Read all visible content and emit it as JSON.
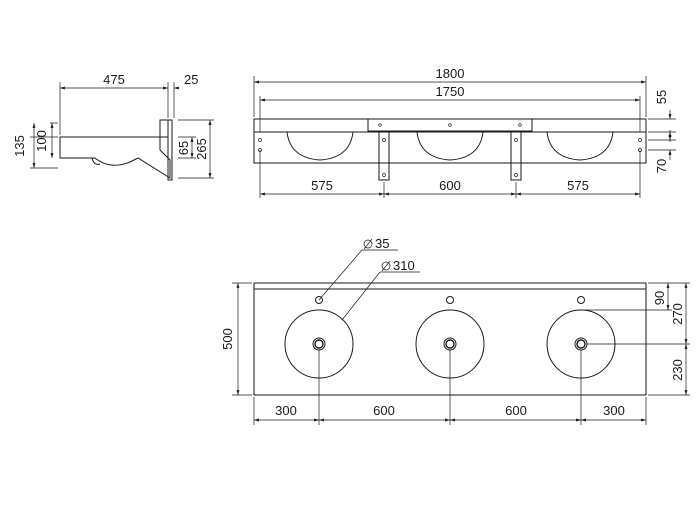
{
  "side_view": {
    "dims": {
      "depth": "475",
      "bracket": "25",
      "height_total": "135",
      "height_top": "100",
      "height_mid": "65",
      "height_bracket": "265"
    }
  },
  "front_view": {
    "dims": {
      "overall": "1800",
      "inner": "1750",
      "left": "575",
      "center": "600",
      "right": "575",
      "top_offset": "55",
      "bottom_offset": "70"
    }
  },
  "plan_view": {
    "dims": {
      "tap_hole": "35",
      "bowl": "310",
      "depth": "500",
      "edge_left": "300",
      "spacing_1": "600",
      "spacing_2": "600",
      "edge_right": "300",
      "hole_from_back": "90",
      "bowl_from_back": "270",
      "bowl_from_front": "230"
    }
  }
}
